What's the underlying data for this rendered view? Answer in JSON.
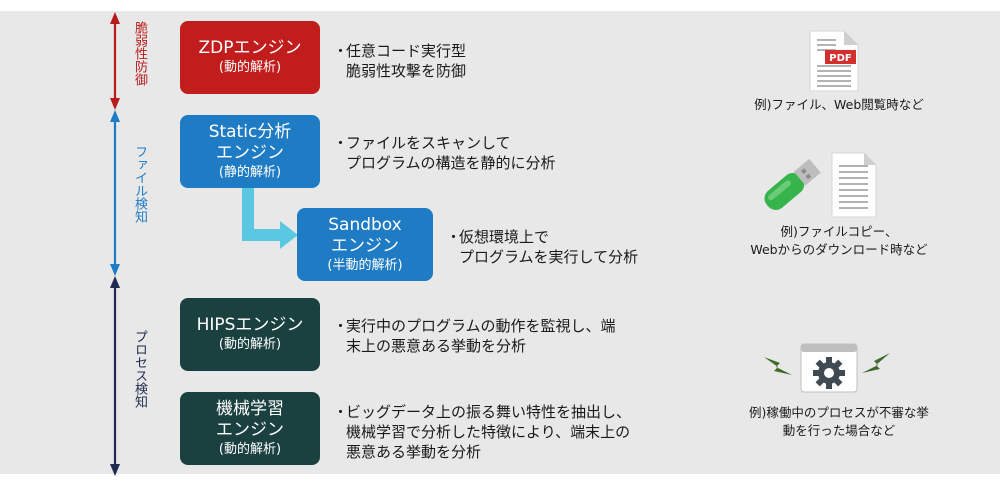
{
  "colors": {
    "background": "#e8e8e8",
    "vulnerability_accent": "#b71c1c",
    "file_accent": "#1e7bc6",
    "process_accent": "#1f2a4d",
    "zdp_box": "#c21d1d",
    "static_box": "#1f7cc4",
    "sandbox_box": "#1f7cc4",
    "dark_box": "#1b4040",
    "flow_arrow": "#5bc8e3"
  },
  "categories": {
    "vulnerability": {
      "label": "脆弱性防御",
      "icon": "double-headed-arrow"
    },
    "file": {
      "label": "ファイル検知",
      "icon": "double-headed-arrow"
    },
    "process": {
      "label": "プロセス検知",
      "icon": "double-headed-arrow"
    }
  },
  "engines": {
    "zdp": {
      "name": "ZDPエンジン",
      "sub": "(動的解析)"
    },
    "static": {
      "name": "Static分析",
      "name2": "エンジン",
      "sub": "(静的解析)"
    },
    "sandbox": {
      "name": "Sandbox",
      "name2": "エンジン",
      "sub": "(半動的解析)"
    },
    "hips": {
      "name": "HIPSエンジン",
      "sub": "(動的解析)"
    },
    "ml": {
      "name": "機械学習",
      "name2": "エンジン",
      "sub": "(動的解析)"
    }
  },
  "descriptions": {
    "zdp": {
      "bullet": "・",
      "lines": [
        "任意コード実行型",
        "脆弱性攻撃を防御"
      ]
    },
    "static": {
      "bullet": "・",
      "lines": [
        "ファイルをスキャンして",
        "プログラムの構造を静的に分析"
      ]
    },
    "sandbox": {
      "bullet": "・",
      "lines": [
        "仮想環境上で",
        "プログラムを実行して分析"
      ]
    },
    "hips": {
      "bullet": "・",
      "lines": [
        "実行中のプログラムの動作を監視し、端",
        "末上の悪意ある挙動を分析"
      ]
    },
    "ml": {
      "bullet": "・",
      "lines": [
        "ビッグデータ上の振る舞い特性を抽出し、",
        "機械学習で分析した特徴により、端末上の",
        "悪意ある挙動を分析"
      ]
    }
  },
  "examples": {
    "vulnerability": {
      "lines": [
        "例)ファイル、Web閲覧時など"
      ],
      "icon": "pdf-document-icon",
      "badge": "PDF"
    },
    "file": {
      "lines": [
        "例)ファイルコピー、",
        "Webからのダウンロード時など"
      ],
      "icon": "usb-drive-icon"
    },
    "process": {
      "lines": [
        "例)稼働中のプロセスが不審な挙",
        "動を行った場合など"
      ],
      "icon": "gear-window-icon"
    }
  }
}
